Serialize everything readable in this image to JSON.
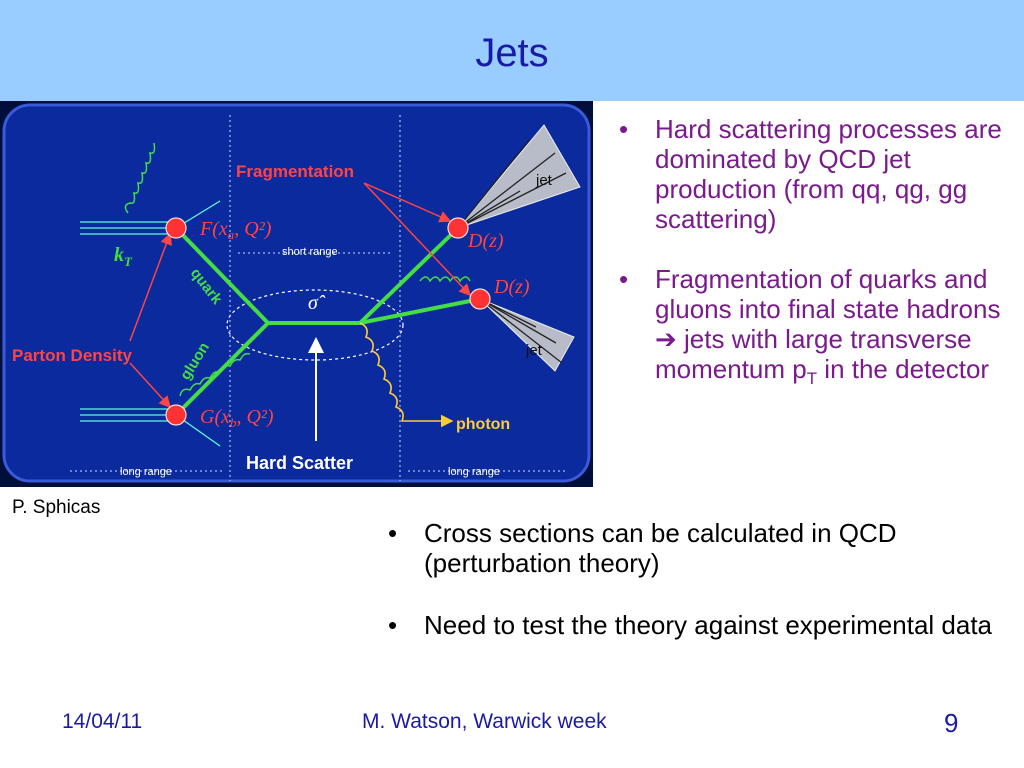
{
  "slide": {
    "title": "Jets",
    "credit": "P. Sphicas",
    "right_bullets": [
      {
        "text": "Hard scattering processes are dominated by QCD jet production (from qq, qg, gg scattering)"
      },
      {
        "text_before": "Fragmentation of quarks and gluons into final state hadrons ",
        "arrow": "➔",
        "text_mid": " jets with large transverse momentum p",
        "sub": "T",
        "text_after": " in the detector"
      }
    ],
    "bottom_bullets": [
      {
        "text": "Cross sections can be calculated in QCD (perturbation theory)"
      },
      {
        "text": "Need to test the theory against experimental data"
      }
    ],
    "footer": {
      "date": "14/04/11",
      "author": "M. Watson, Warwick week",
      "page": "9"
    }
  },
  "figure": {
    "fragmentation": "Fragmentation",
    "parton_density": "Parton Density",
    "hard_scatter": "Hard Scatter",
    "short_range": "short range",
    "long_range_left": "long range",
    "long_range_right": "long range",
    "photon": "photon",
    "jet_top": "jet",
    "jet_bottom": "jet",
    "quark": "quark",
    "gluon": "gluon",
    "kt": "k",
    "kt_sub": "T",
    "sigma": "σ̂",
    "F_label": "F(x",
    "F_sub": "a",
    "F_rest": ", Q²)",
    "G_label": "G(x",
    "G_sub": "b",
    "G_rest": ", Q²)",
    "D_top": "D(z)",
    "D_mid": "D(z)",
    "colors": {
      "panel": "#0a2a9e",
      "dark": "#000e3c",
      "accent": "#ff3333",
      "line": "#44dd44",
      "label_red": "#ff4444",
      "label_yellow": "#ffcc33"
    }
  }
}
